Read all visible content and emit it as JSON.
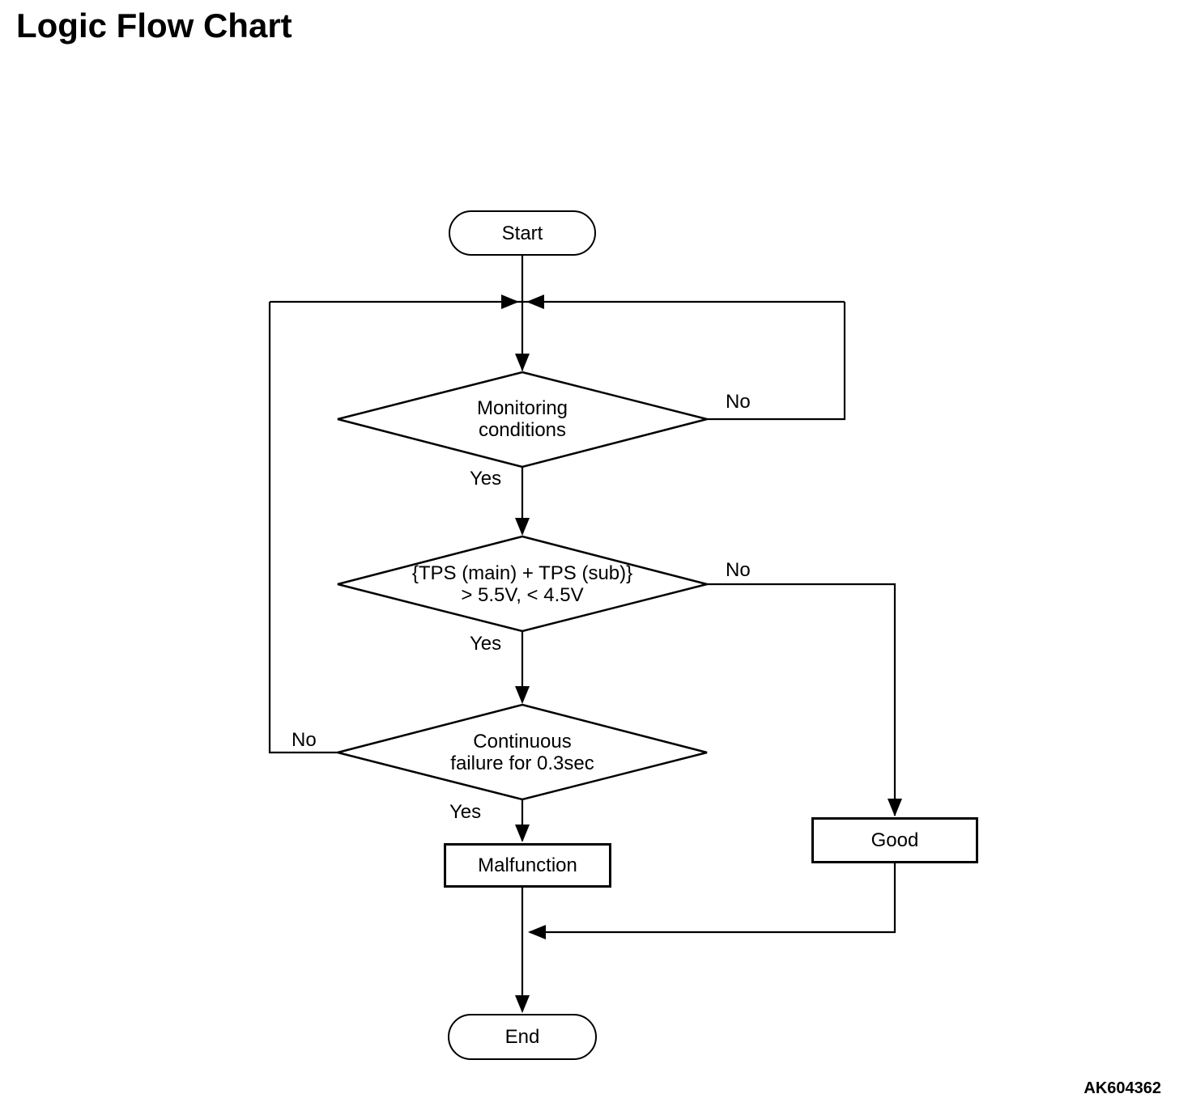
{
  "page": {
    "title": "Logic Flow Chart",
    "figure_code": "AK604362",
    "colors": {
      "ink": "#000000",
      "background": "#ffffff"
    }
  },
  "flowchart": {
    "nodes": {
      "start": {
        "type": "terminator",
        "label": "Start"
      },
      "monitoring": {
        "type": "decision",
        "label": "Monitoring\nconditions",
        "yes_label": "Yes",
        "no_label": "No"
      },
      "tps": {
        "type": "decision",
        "label": "{TPS (main) + TPS (sub)}\n> 5.5V, < 4.5V",
        "yes_label": "Yes",
        "no_label": "No"
      },
      "continuous": {
        "type": "decision",
        "label": "Continuous\nfailure for 0.3sec",
        "yes_label": "Yes",
        "no_label": "No"
      },
      "malfunction": {
        "type": "process",
        "label": "Malfunction"
      },
      "good": {
        "type": "process",
        "label": "Good"
      },
      "end": {
        "type": "terminator",
        "label": "End"
      }
    }
  }
}
